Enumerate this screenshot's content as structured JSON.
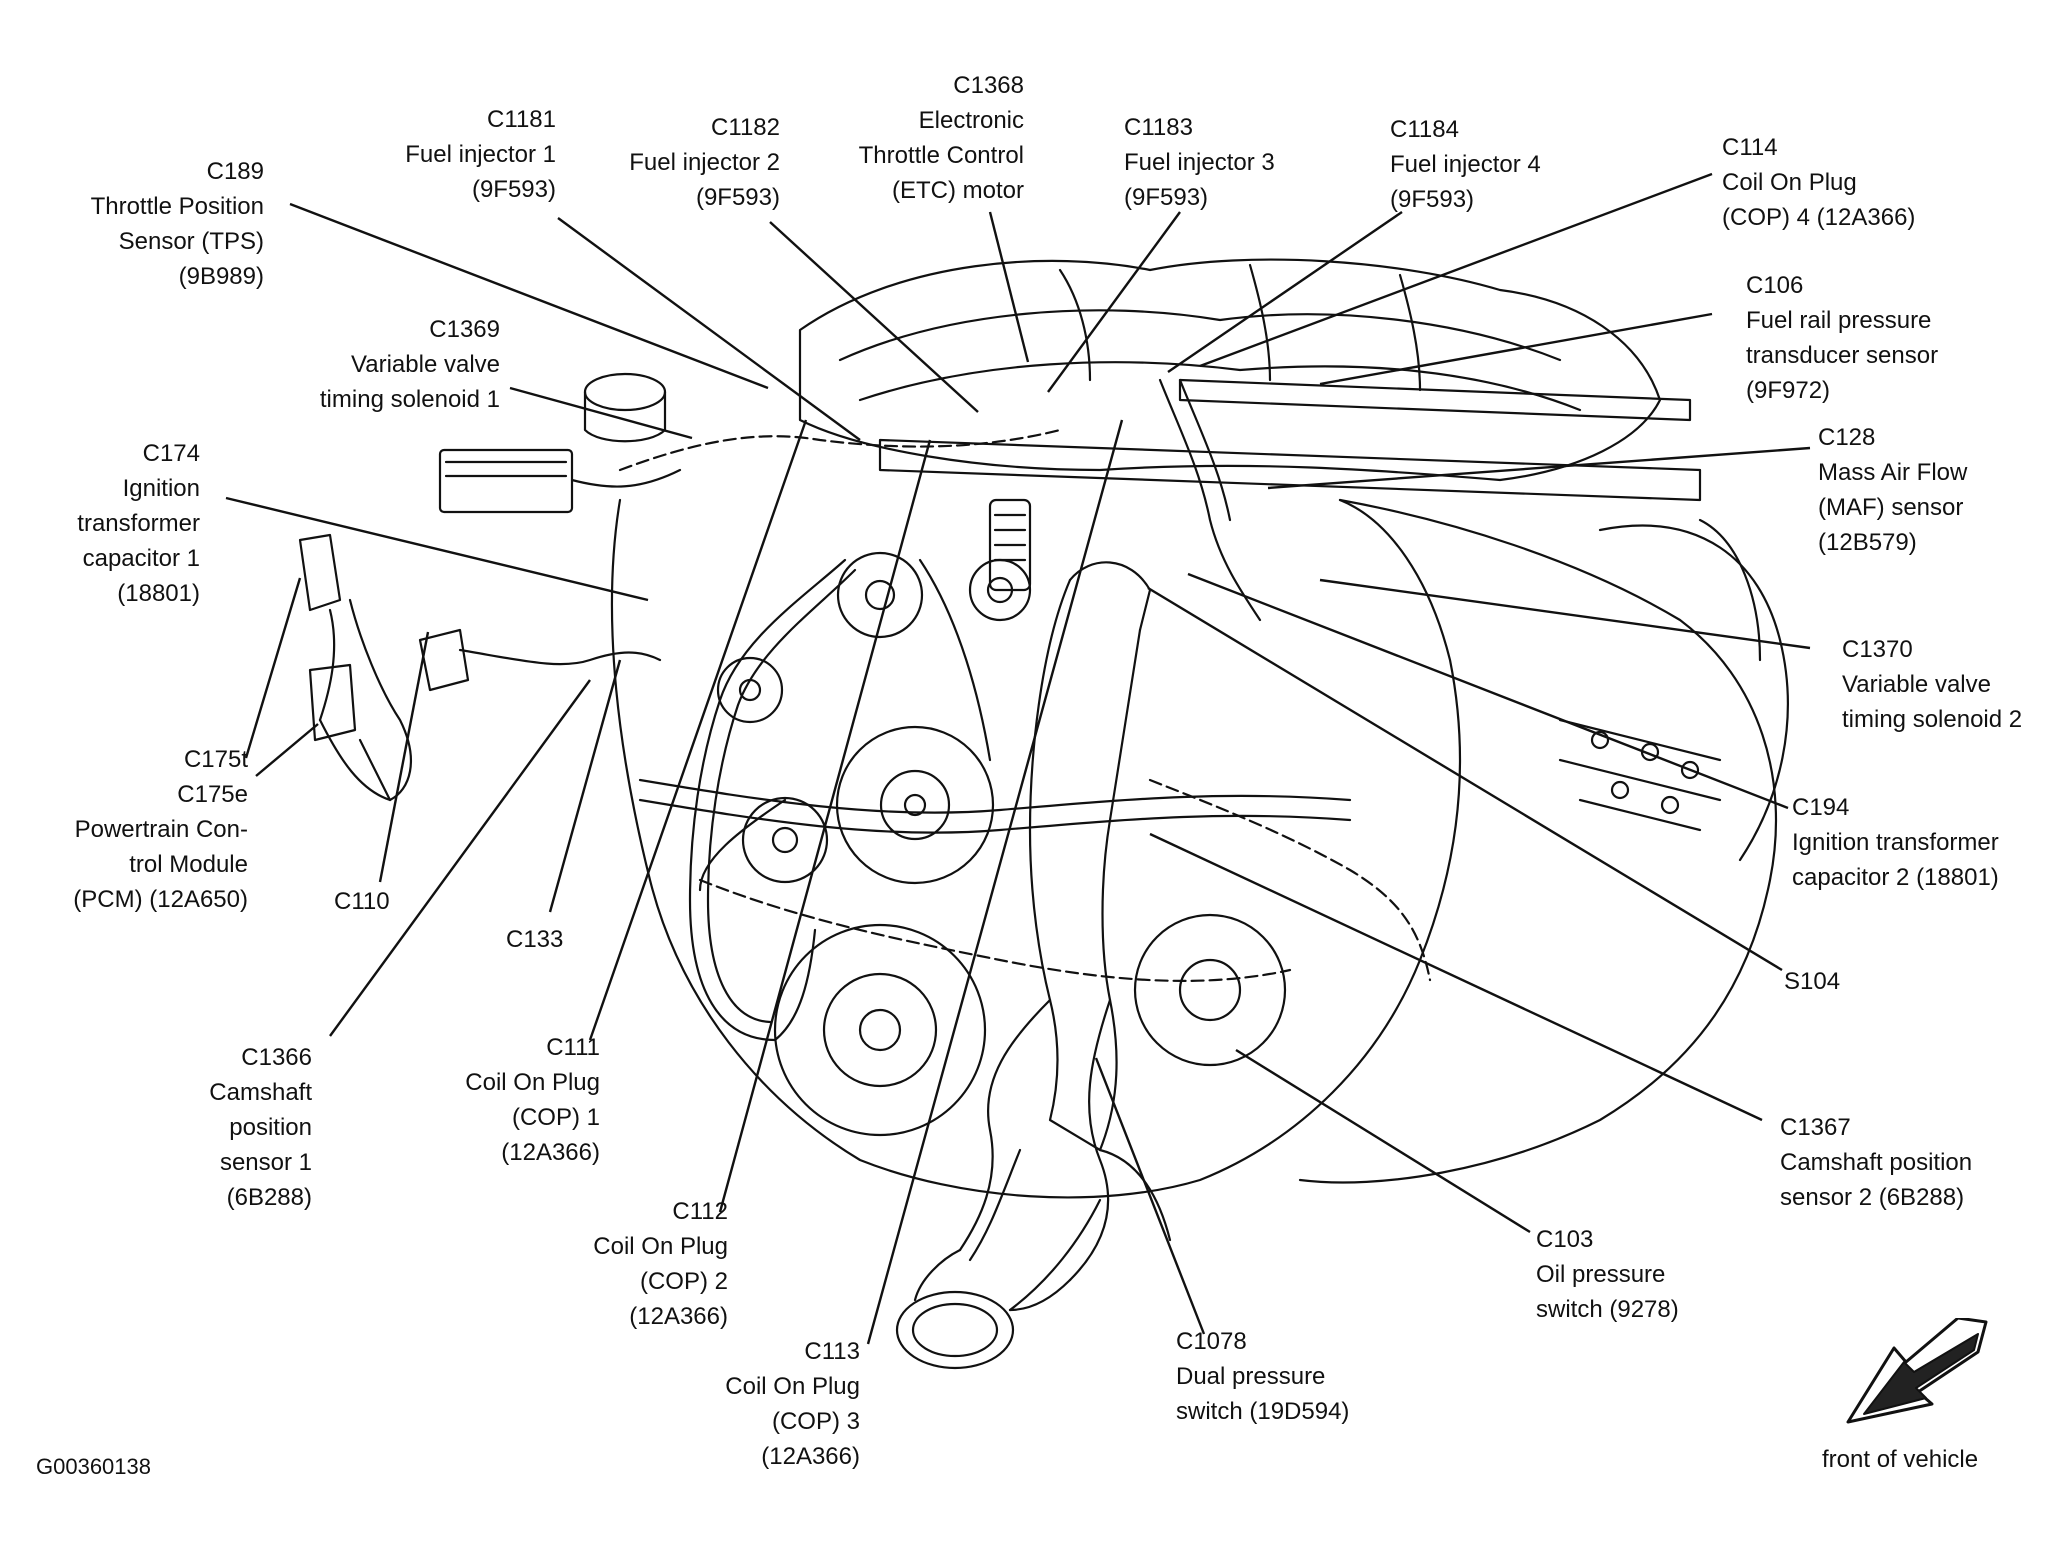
{
  "figure_id": "G00360138",
  "orientation_label": "front of vehicle",
  "colors": {
    "ink": "#111111",
    "background": "#ffffff"
  },
  "callouts": [
    {
      "id": "c189",
      "lines": [
        "C189",
        "Throttle Position",
        "Sensor (TPS)",
        "(9B989)"
      ]
    },
    {
      "id": "c1181",
      "lines": [
        "C1181",
        "Fuel injector 1",
        "(9F593)"
      ]
    },
    {
      "id": "c1182",
      "lines": [
        "C1182",
        "Fuel injector 2",
        "(9F593)"
      ]
    },
    {
      "id": "c1368",
      "lines": [
        "C1368",
        "Electronic",
        "Throttle Control",
        "(ETC) motor"
      ]
    },
    {
      "id": "c1183",
      "lines": [
        "C1183",
        "Fuel injector 3",
        "(9F593)"
      ]
    },
    {
      "id": "c1184",
      "lines": [
        "C1184",
        "Fuel injector 4",
        "(9F593)"
      ]
    },
    {
      "id": "c114",
      "lines": [
        "C114",
        "Coil On Plug",
        "(COP) 4 (12A366)"
      ]
    },
    {
      "id": "c106",
      "lines": [
        "C106",
        "Fuel rail pressure",
        "transducer sensor",
        "(9F972)"
      ]
    },
    {
      "id": "c128",
      "lines": [
        "C128",
        "Mass Air Flow",
        "(MAF) sensor",
        "(12B579)"
      ]
    },
    {
      "id": "c1369",
      "lines": [
        "C1369",
        "Variable valve",
        "timing solenoid 1"
      ]
    },
    {
      "id": "c174",
      "lines": [
        "C174",
        "Ignition",
        "transformer",
        "capacitor 1",
        "(18801)"
      ]
    },
    {
      "id": "c1370",
      "lines": [
        "C1370",
        "Variable valve",
        "timing solenoid 2"
      ]
    },
    {
      "id": "c194",
      "lines": [
        "C194",
        "Ignition transformer",
        "capacitor 2 (18801)"
      ]
    },
    {
      "id": "c175",
      "lines": [
        "C175t",
        "C175e",
        "Powertrain Con-",
        "trol Module",
        "(PCM) (12A650)"
      ]
    },
    {
      "id": "c110",
      "lines": [
        "C110"
      ]
    },
    {
      "id": "c133",
      "lines": [
        "C133"
      ]
    },
    {
      "id": "s104",
      "lines": [
        "S104"
      ]
    },
    {
      "id": "c1366",
      "lines": [
        "C1366",
        "Camshaft",
        "position",
        "sensor 1",
        "(6B288)"
      ]
    },
    {
      "id": "c111",
      "lines": [
        "C111",
        "Coil On Plug",
        "(COP) 1",
        "(12A366)"
      ]
    },
    {
      "id": "c1367",
      "lines": [
        "C1367",
        "Camshaft position",
        "sensor 2 (6B288)"
      ]
    },
    {
      "id": "c112",
      "lines": [
        "C112",
        "Coil On Plug",
        "(COP) 2",
        "(12A366)"
      ]
    },
    {
      "id": "c103",
      "lines": [
        "C103",
        "Oil pressure",
        "switch (9278)"
      ]
    },
    {
      "id": "c1078",
      "lines": [
        "C1078",
        "Dual pressure",
        "switch (19D594)"
      ]
    },
    {
      "id": "c113",
      "lines": [
        "C113",
        "Coil On Plug",
        "(COP) 3",
        "(12A366)"
      ]
    }
  ]
}
